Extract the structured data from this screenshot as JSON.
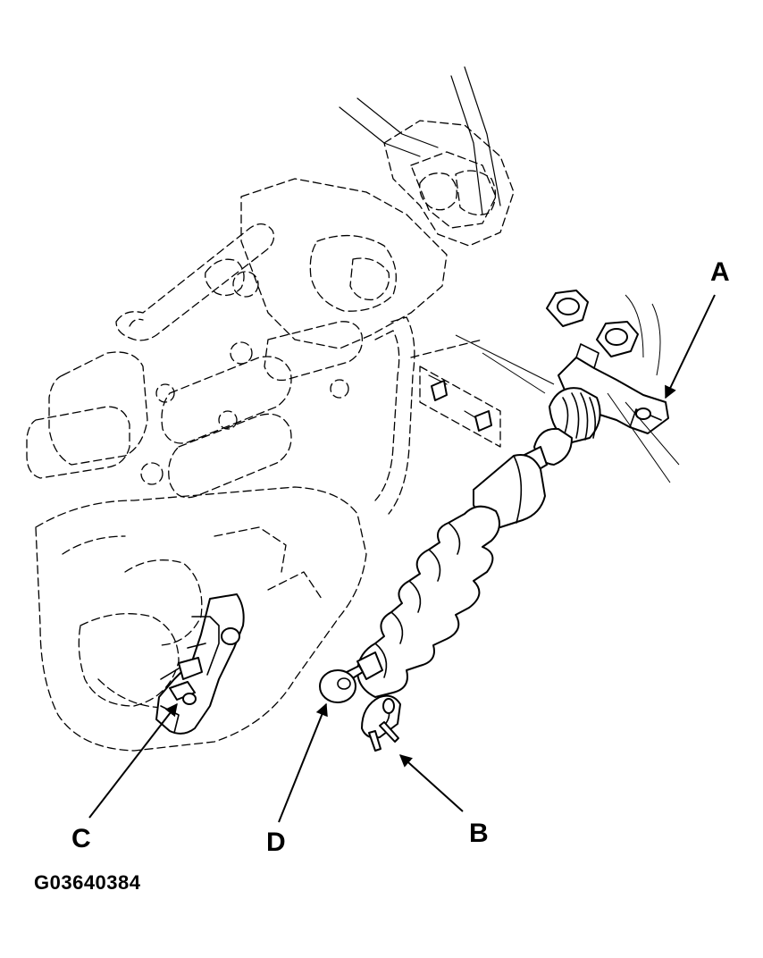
{
  "callouts": {
    "a": "A",
    "b": "B",
    "c": "C",
    "d": "D"
  },
  "figure_id": "G03640384",
  "colors": {
    "ink": "#000000",
    "background": "#ffffff"
  }
}
